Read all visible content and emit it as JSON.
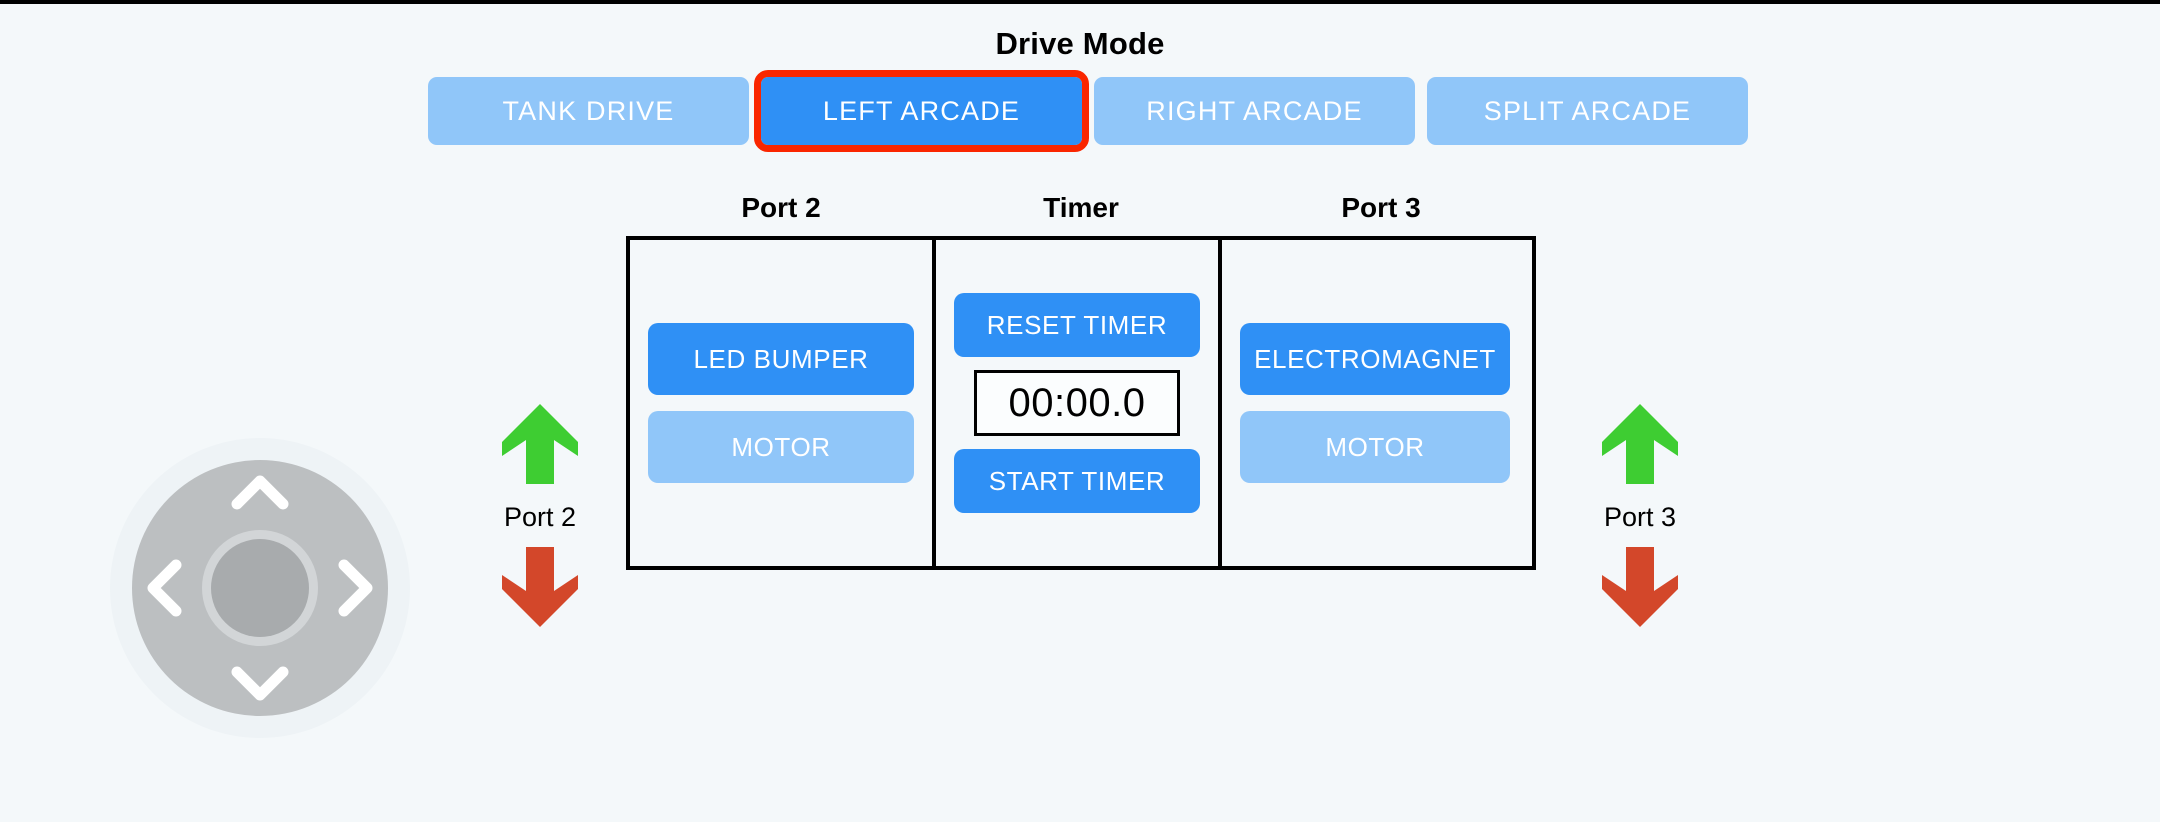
{
  "header": {
    "title": "Drive Mode"
  },
  "drive_modes": {
    "selected": "LEFT ARCADE",
    "tabs": [
      {
        "label": "TANK DRIVE",
        "active": false,
        "highlighted": false
      },
      {
        "label": "LEFT ARCADE",
        "active": true,
        "highlighted": true
      },
      {
        "label": "RIGHT ARCADE",
        "active": false,
        "highlighted": false
      },
      {
        "label": "SPLIT ARCADE",
        "active": false,
        "highlighted": false
      }
    ]
  },
  "columns": {
    "port2_caption": "Port 2",
    "timer_caption": "Timer",
    "port3_caption": "Port 3"
  },
  "port2_panel": {
    "buttons": [
      {
        "label": "LED BUMPER",
        "active": true
      },
      {
        "label": "MOTOR",
        "active": false
      }
    ]
  },
  "timer_panel": {
    "reset_label": "RESET TIMER",
    "display_value": "00:00.0",
    "start_label": "START TIMER"
  },
  "port3_panel": {
    "buttons": [
      {
        "label": "ELECTROMAGNET",
        "active": true
      },
      {
        "label": "MOTOR",
        "active": false
      }
    ]
  },
  "dpad": {
    "up_icon": "chevron-up-icon",
    "down_icon": "chevron-down-icon",
    "left_icon": "chevron-left-icon",
    "right_icon": "chevron-right-icon"
  },
  "port2_arrows": {
    "up_icon": "arrow-up-icon",
    "label": "Port 2",
    "down_icon": "arrow-down-icon"
  },
  "port3_arrows": {
    "up_icon": "arrow-up-icon",
    "label": "Port 3",
    "down_icon": "arrow-down-icon"
  },
  "colors": {
    "background": "#f4f8fa",
    "button_active": "#2f90f5",
    "button_inactive": "#90c6f9",
    "selection_outline": "#fa2600",
    "arrow_up_green": "#3ecd32",
    "arrow_down_red": "#d3472a",
    "panel_border": "#000000",
    "dpad_ring": "#bcbfc1",
    "dpad_hub": "#a8abad"
  }
}
